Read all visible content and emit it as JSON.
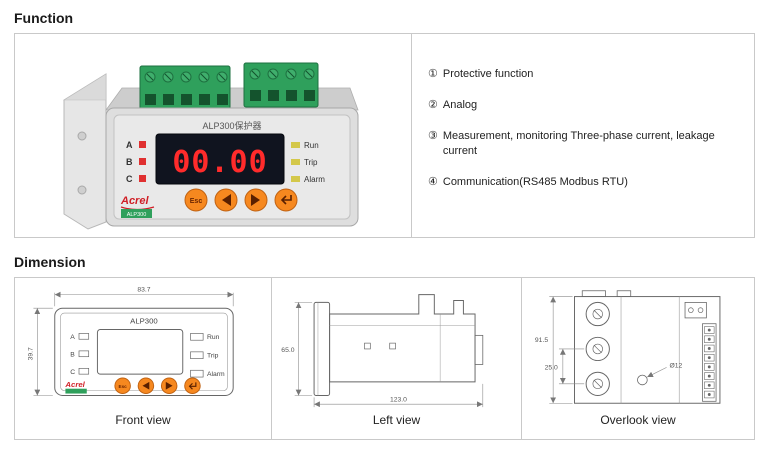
{
  "page": {
    "function_heading": "Function",
    "dimension_heading": "Dimension"
  },
  "functions": [
    {
      "num": "①",
      "text": "Protective function"
    },
    {
      "num": "②",
      "text": "Analog"
    },
    {
      "num": "③",
      "text": "Measurement, monitoring Three-phase current, leakage current"
    },
    {
      "num": "④",
      "text": "Communication(RS485 Modbus RTU)"
    }
  ],
  "device": {
    "title": "ALP300保护器",
    "display": "00.00",
    "phases": {
      "a": "A",
      "b": "B",
      "c": "C"
    },
    "leds": {
      "run": "Run",
      "trip": "Trip",
      "alarm": "Alarm"
    },
    "esc": "Esc",
    "brand": "Acrel",
    "brand_model": "ALP300"
  },
  "colors": {
    "terminal_green": "#2fa05c",
    "button_orange": "#f6881f",
    "display_red": "#ff2b2b",
    "brand_red": "#d01f26"
  },
  "views": {
    "front": {
      "label": "Front view",
      "title": "ALP300",
      "dim_width": "83.7",
      "dim_height": "39.7",
      "phases": {
        "a": "A",
        "b": "B",
        "c": "C"
      },
      "leds": {
        "run": "Run",
        "trip": "Trip",
        "alarm": "Alarm"
      },
      "esc": "Esc",
      "brand": "Acrel"
    },
    "left": {
      "label": "Left view",
      "dim_height": "65.0",
      "dim_length": "123.0"
    },
    "overlook": {
      "label": "Overlook view",
      "dim_height": "91.5",
      "dim_inner": "25.0",
      "dim_hole": "Ø12"
    }
  }
}
